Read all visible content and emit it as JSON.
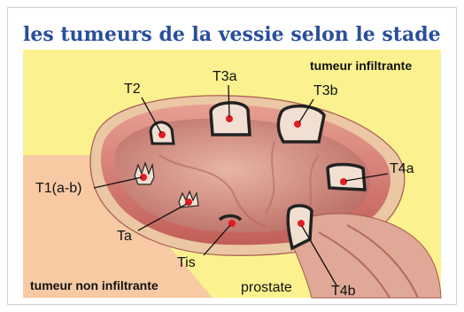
{
  "title": "les tumeurs de la vessie selon le stade",
  "zones": {
    "infiltrating": "tumeur infiltrante",
    "non_infiltrating": "tumeur non infiltrante"
  },
  "stages": {
    "t2": "T2",
    "t3a": "T3a",
    "t3b": "T3b",
    "t4a": "T4a",
    "t1ab": "T1(a-b)",
    "ta": "Ta",
    "tis": "Tis",
    "t4b": "T4b"
  },
  "organs": {
    "prostate": "prostate"
  },
  "colors": {
    "title": "#2a4f9a",
    "infiltrating_zone": "#fbf28f",
    "non_infiltrating_zone": "#f7caa4",
    "tumor_dot": "#e21b23",
    "wall": "#c9685f"
  }
}
